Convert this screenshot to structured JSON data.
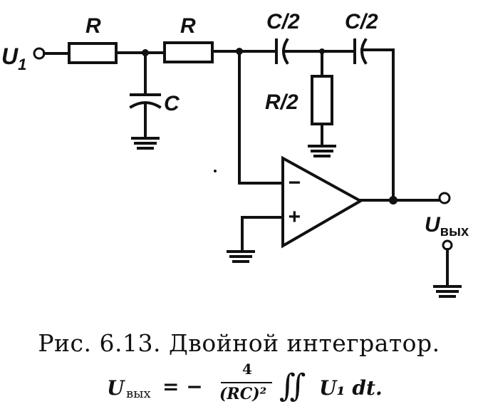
{
  "labels": {
    "input": "U1",
    "input_sub": "1",
    "r1": "R",
    "r2": "R",
    "c": "C",
    "c_half_1": "C/2",
    "c_half_2": "C/2",
    "r_half": "R/2",
    "minus": "−",
    "plus": "+",
    "output": "U",
    "output_sub": "вых"
  },
  "caption": "Рис. 6.13. Двойной интегратор.",
  "formula": {
    "lhs": "U",
    "lhs_sub": "вых",
    "eq": "= −",
    "numerator": "4",
    "denominator": "(RC)²",
    "integral": "∬",
    "rhs": "U₁ dt."
  }
}
